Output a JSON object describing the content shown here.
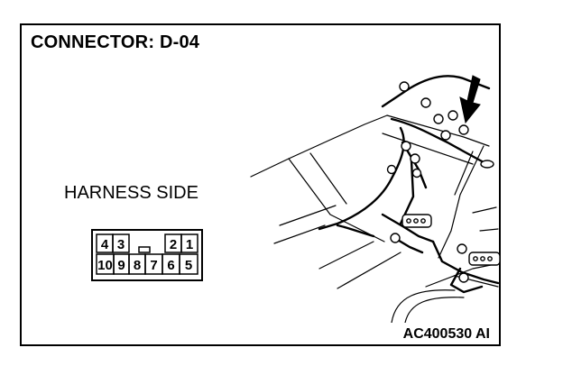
{
  "title": "CONNECTOR: D-04",
  "harness_label": "HARNESS SIDE",
  "reference_code": "AC400530 AI",
  "connector": {
    "top_row": [
      "4",
      "3",
      "",
      "2",
      "1"
    ],
    "bottom_row": [
      "10",
      "9",
      "8",
      "7",
      "6",
      "5"
    ]
  },
  "icons": {
    "arrow": "location-arrow-icon",
    "vehicle": "vehicle-interior-illustration"
  }
}
